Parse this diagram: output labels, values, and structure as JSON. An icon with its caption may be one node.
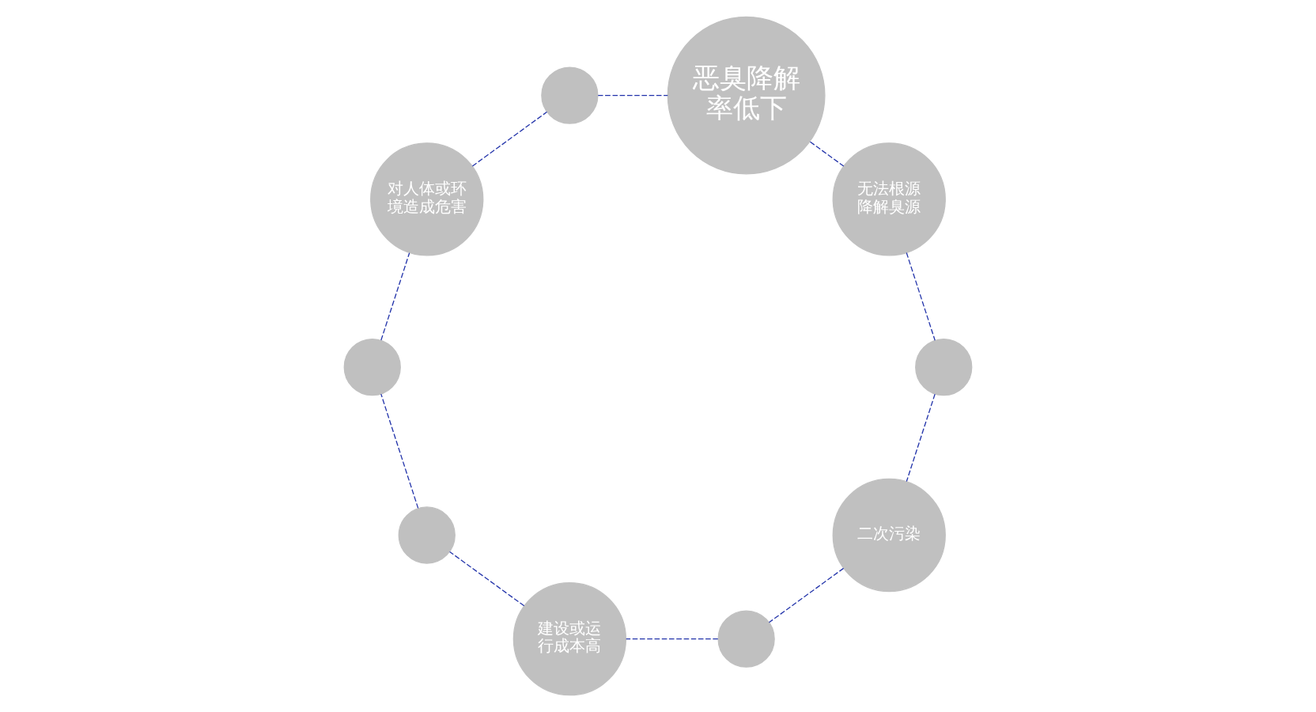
{
  "diagram": {
    "nodes": [
      {
        "text": [
          "二次污染"
        ]
      },
      {
        "text": [],
        "shape": "circle"
      },
      {
        "text": [
          "建设或运行成本高"
        ]
      },
      {
        "text": [],
        "shape": "circle"
      },
      {
        "text": [],
        "shape": "circle"
      },
      {
        "text": [
          "恶臭降解率低下"
        ]
      },
      {
        "text": [
          "无法根源降解臭源"
        ]
      },
      {
        "text": [],
        "shape": "circle"
      },
      {
        "text": [
          "对人体或环境造成危害"
        ]
      },
      {
        "text": [],
        "shape": "circle"
      }
    ],
    "edges": [
      {
        "from": 4,
        "to": 0,
        "arrow": "none",
        "style": "dashed"
      },
      {
        "from": 0,
        "to": 1,
        "arrow": "none",
        "style": "dashed"
      },
      {
        "from": 1,
        "to": 2,
        "arrow": "none",
        "style": "dashed"
      },
      {
        "from": 2,
        "to": 3,
        "arrow": "none",
        "style": "dashed"
      },
      {
        "from": 3,
        "to": 7,
        "arrow": "none",
        "style": "dashed"
      },
      {
        "from": 7,
        "to": 8,
        "arrow": "none",
        "style": "dashed"
      },
      {
        "from": 8,
        "to": 9,
        "arrow": "none",
        "style": "dashed"
      },
      {
        "from": 9,
        "to": 5,
        "arrow": "none",
        "style": "dashed"
      },
      {
        "from": 5,
        "to": 6,
        "arrow": "none",
        "style": "dashed"
      },
      {
        "from": 6,
        "to": 4,
        "arrow": "none",
        "style": "dashed"
      }
    ]
  }
}
